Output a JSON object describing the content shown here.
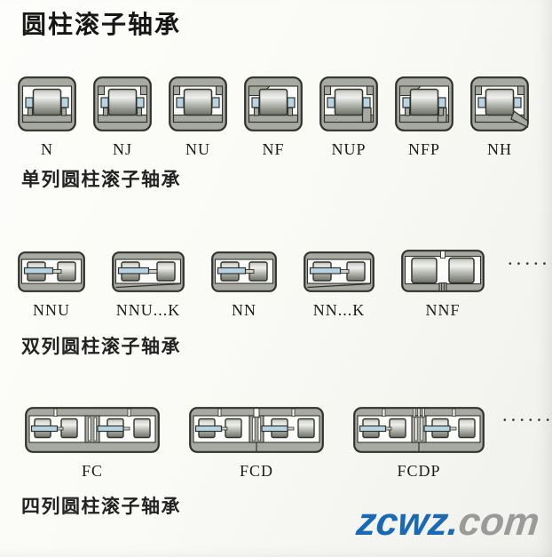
{
  "page": {
    "title": "圆柱滚子轴承"
  },
  "sections": [
    {
      "name": "single-row-cylindrical-roller-bearings",
      "caption": "单列圆柱滚子轴承",
      "items": [
        {
          "label": "N",
          "variant": "bearing-n"
        },
        {
          "label": "NJ",
          "variant": "bearing-nj"
        },
        {
          "label": "NU",
          "variant": "bearing-nu"
        },
        {
          "label": "NF",
          "variant": "bearing-nf"
        },
        {
          "label": "NUP",
          "variant": "bearing-nup"
        },
        {
          "label": "NFP",
          "variant": "bearing-nfp"
        },
        {
          "label": "NH",
          "variant": "bearing-nh"
        }
      ]
    },
    {
      "name": "double-row-cylindrical-roller-bearings",
      "caption": "双列圆柱滚子轴承",
      "ellipsis": "······",
      "items": [
        {
          "label": "NNU",
          "variant": "bearing-nnu"
        },
        {
          "label": "NNU...K",
          "variant": "bearing-nnu-k"
        },
        {
          "label": "NN",
          "variant": "bearing-nn"
        },
        {
          "label": "NN...K",
          "variant": "bearing-nn-k"
        },
        {
          "label": "NNF",
          "variant": "bearing-nnf"
        }
      ]
    },
    {
      "name": "four-row-cylindrical-roller-bearings",
      "caption": "四列圆柱滚子轴承",
      "ellipsis": "······",
      "items": [
        {
          "label": "FC",
          "variant": "bearing-fc"
        },
        {
          "label": "FCD",
          "variant": "bearing-fcd"
        },
        {
          "label": "FCDP",
          "variant": "bearing-fcdp"
        }
      ]
    }
  ],
  "watermark": {
    "brand": "zcwz",
    "dot": ".",
    "tld": "com",
    "brand_color": "#1a69b4",
    "tld_color": "#9a9a9a"
  },
  "colors": {
    "ring_gray": "#a7aaa2",
    "outline": "#32322c",
    "cage_blue": "#b7d4e4",
    "cavity_white": "#fcfdfb",
    "link_gray": "#cfd2ca"
  }
}
